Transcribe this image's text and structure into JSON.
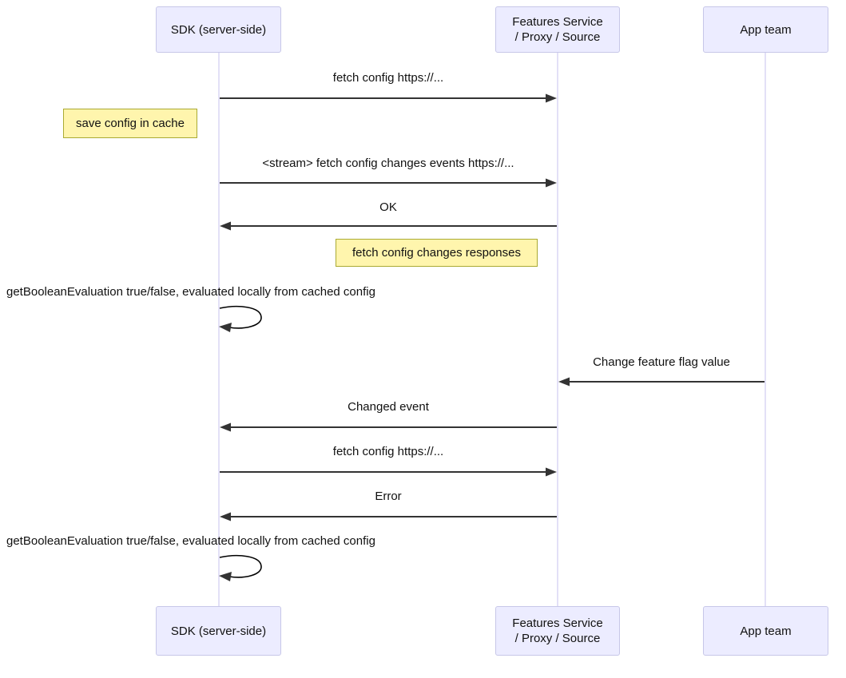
{
  "diagram": {
    "type": "sequence-diagram",
    "title": "",
    "colors": {
      "participant_fill": "#ECECFF",
      "participant_border": "#C7C7E8",
      "lifeline": "#E3E0F7",
      "note_fill": "#FFF5AD",
      "note_border": "#AAAA33",
      "arrow": "#333333",
      "text": "#111111",
      "background": "#FFFFFF"
    },
    "participants": [
      {
        "id": "sdk",
        "label": "SDK (server-side)"
      },
      {
        "id": "features",
        "label": "Features Service\n/ Proxy / Source"
      },
      {
        "id": "app",
        "label": "App team"
      }
    ],
    "participants_bottom": [
      {
        "id": "sdk",
        "label": "SDK (server-side)"
      },
      {
        "id": "features",
        "label": "Features Service\n/ Proxy / Source"
      },
      {
        "id": "app",
        "label": "App team"
      }
    ],
    "messages": [
      {
        "id": "m1",
        "label": "fetch config https://...",
        "from": "sdk",
        "to": "features",
        "direction": "right"
      },
      {
        "id": "m2",
        "label": "<stream> fetch config changes events https://...",
        "from": "sdk",
        "to": "features",
        "direction": "right"
      },
      {
        "id": "m3",
        "label": "OK",
        "from": "features",
        "to": "sdk",
        "direction": "left"
      },
      {
        "id": "m4",
        "label": "getBooleanEvaluation true/false, evaluated locally from cached config",
        "from": "sdk",
        "to": "sdk",
        "direction": "self"
      },
      {
        "id": "m5",
        "label": "Change feature flag value",
        "from": "app",
        "to": "features",
        "direction": "left"
      },
      {
        "id": "m6",
        "label": "Changed event",
        "from": "features",
        "to": "sdk",
        "direction": "left"
      },
      {
        "id": "m7",
        "label": "fetch config https://...",
        "from": "sdk",
        "to": "features",
        "direction": "right"
      },
      {
        "id": "m8",
        "label": "Error",
        "from": "features",
        "to": "sdk",
        "direction": "left"
      },
      {
        "id": "m9",
        "label": "getBooleanEvaluation true/false, evaluated locally from cached config",
        "from": "sdk",
        "to": "sdk",
        "direction": "self"
      }
    ],
    "notes": [
      {
        "id": "n1",
        "label": "save config in cache",
        "over": "sdk"
      },
      {
        "id": "n2",
        "label": "fetch config changes responses",
        "over": "features"
      }
    ]
  }
}
